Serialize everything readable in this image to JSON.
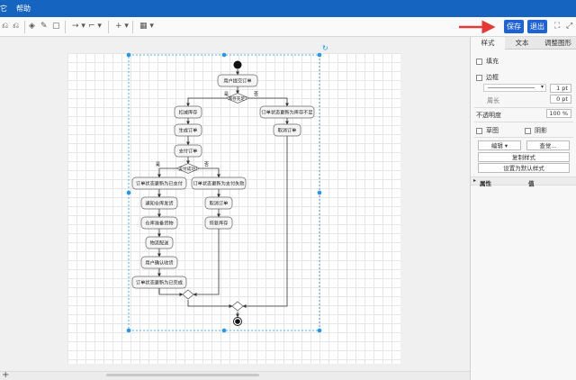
{
  "menubar": {
    "item_partial": "它",
    "help": "帮助"
  },
  "toolbar": {
    "save_label": "保存",
    "exit_label": "退出",
    "icons": [
      "undo-icon",
      "redo-icon",
      "fill-color-icon",
      "line-color-icon",
      "shadow-icon",
      "connector-icon",
      "waypoint-icon",
      "insert-icon",
      "table-icon",
      "fullscreen-icon"
    ]
  },
  "panel": {
    "tabs": [
      "样式",
      "文本",
      "调整图形"
    ],
    "fill_label": "填充",
    "stroke_label": "边框",
    "stroke_width": "1 pt",
    "perimeter_label": "周长",
    "perimeter_value": "0 pt",
    "opacity_label": "不透明度",
    "opacity_value": "100 %",
    "sketch_label": "草图",
    "shadow_label": "阴影",
    "edit_label": "编辑",
    "lookup_label": "查觉...",
    "copy_style_label": "复制样式",
    "set_default_label": "设置为默认样式",
    "property_header": "属性",
    "value_header": "值"
  },
  "diagram": {
    "nodes": {
      "submit": "用户提交订单",
      "stock_check": "库存充足?",
      "deduct": "扣减库存",
      "stock_short": "订单状态更新为库存不足",
      "gen_order": "生成订单",
      "cancel1": "取消订单",
      "pay": "支付订单",
      "pay_ok": "支付成功?",
      "set_paid": "订单状态更新为已支付",
      "set_fail": "订单状态更新为支付失败",
      "notify": "通知仓库发货",
      "cancel2": "取消订单",
      "pack": "仓库准备货物",
      "restore": "恢复库存",
      "ship": "物流配送",
      "confirm": "用户确认收货",
      "complete": "订单状态更新为已完成"
    },
    "edge_labels": {
      "yes": "是",
      "no": "否"
    }
  }
}
